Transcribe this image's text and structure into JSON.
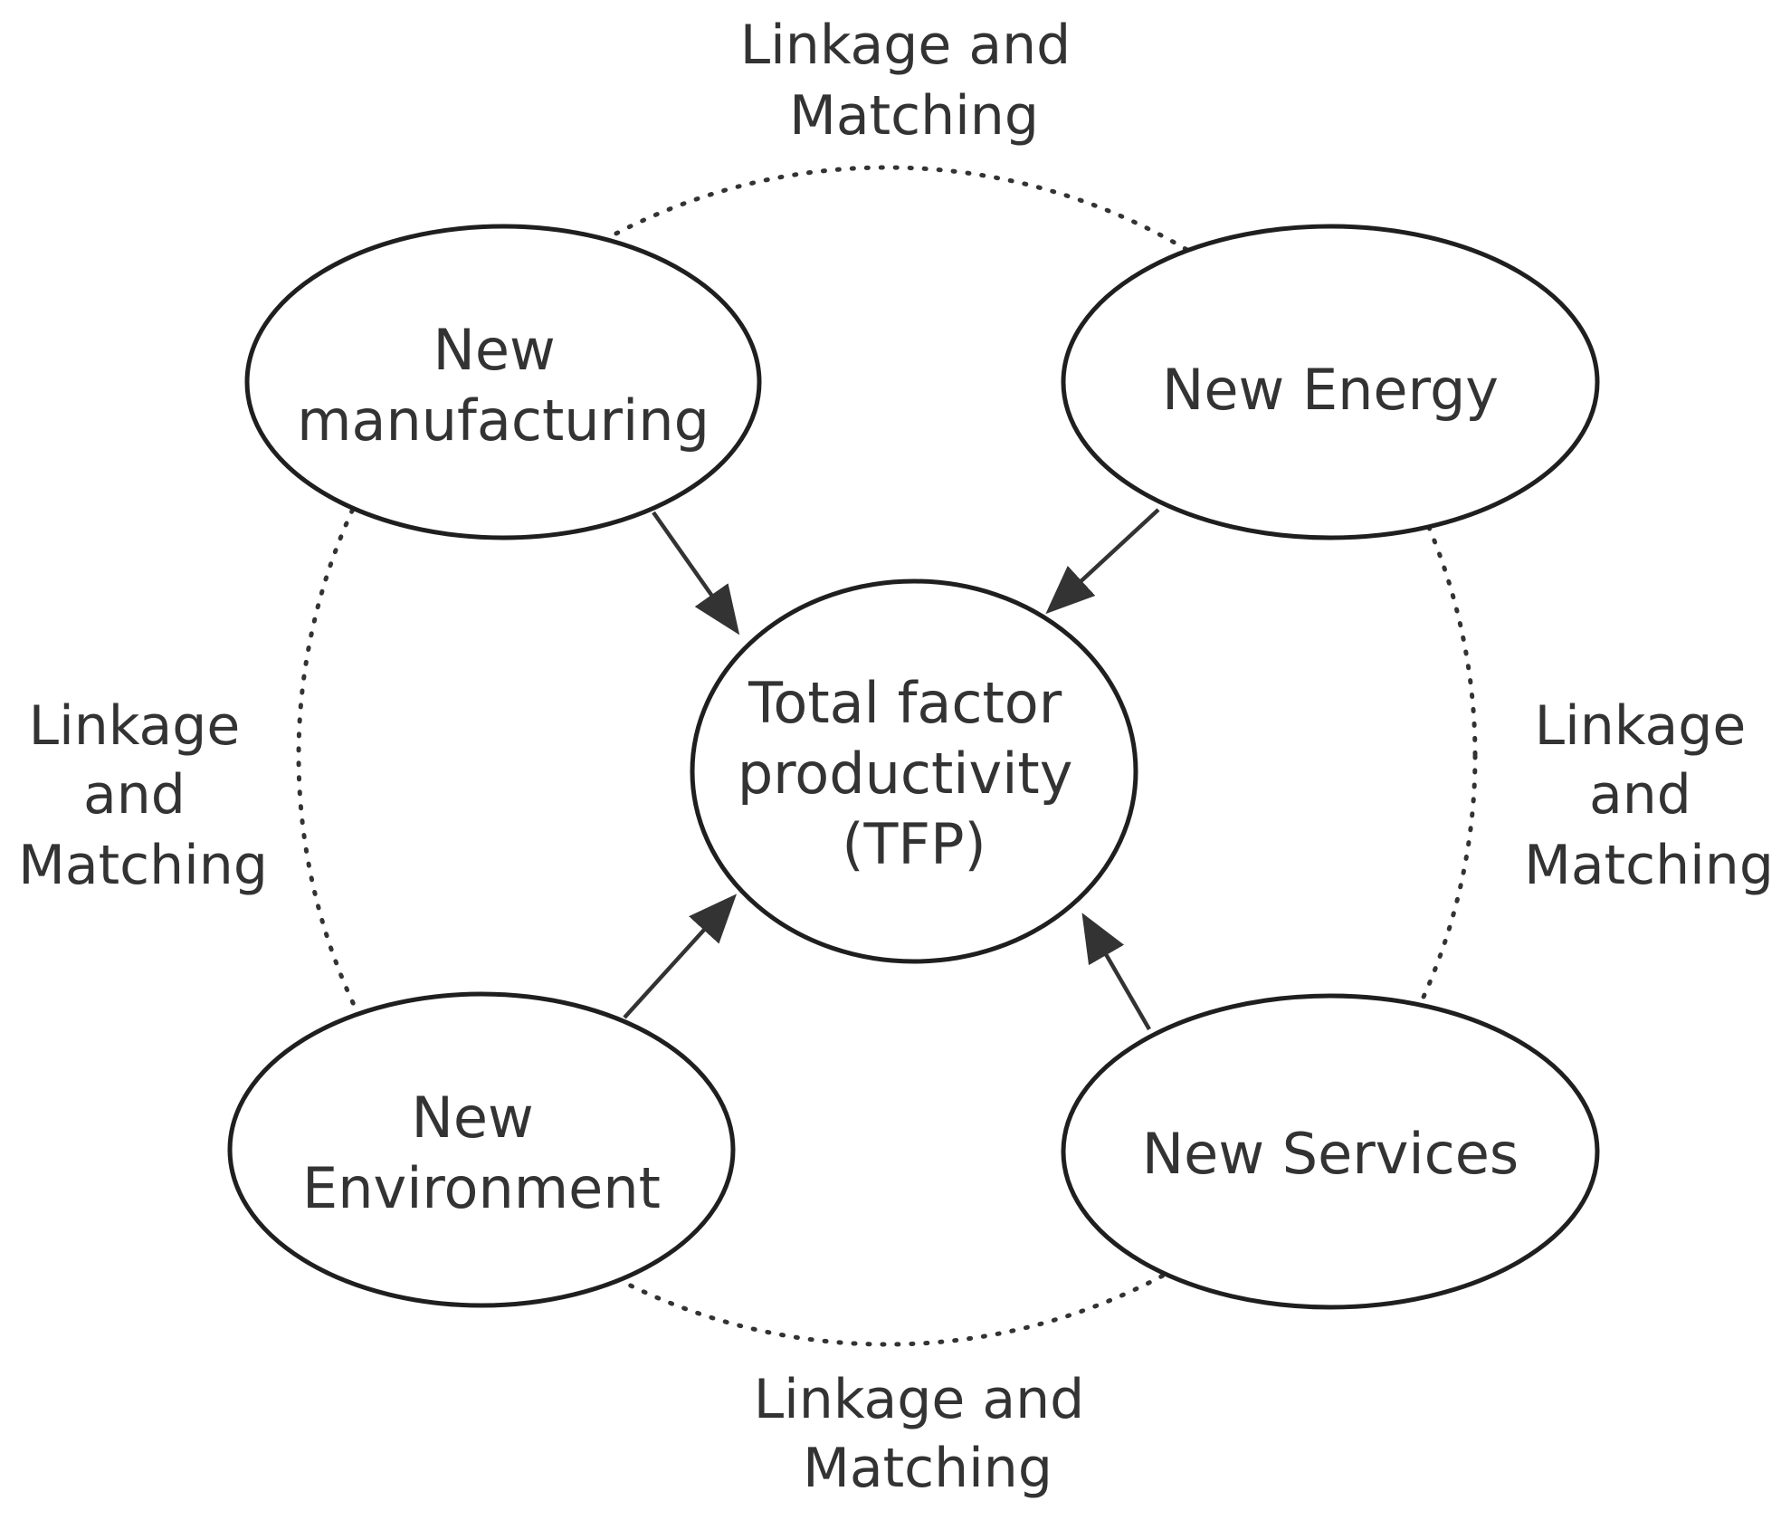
{
  "diagram": {
    "center": {
      "lines": [
        "Total factor",
        "productivity",
        "(TFP)"
      ]
    },
    "nodes": [
      {
        "id": "new-manufacturing",
        "lines": [
          "New",
          "manufacturing"
        ]
      },
      {
        "id": "new-energy",
        "lines": [
          "New Energy"
        ]
      },
      {
        "id": "new-environment",
        "lines": [
          "New",
          "Environment"
        ]
      },
      {
        "id": "new-services",
        "lines": [
          "New Services"
        ]
      }
    ],
    "linkage_labels": {
      "top": [
        "Linkage and",
        "Matching"
      ],
      "left": [
        "Linkage",
        "and",
        "Matching"
      ],
      "right": [
        "Linkage",
        "and",
        "Matching"
      ],
      "bottom": [
        "Linkage and",
        "Matching"
      ]
    }
  }
}
